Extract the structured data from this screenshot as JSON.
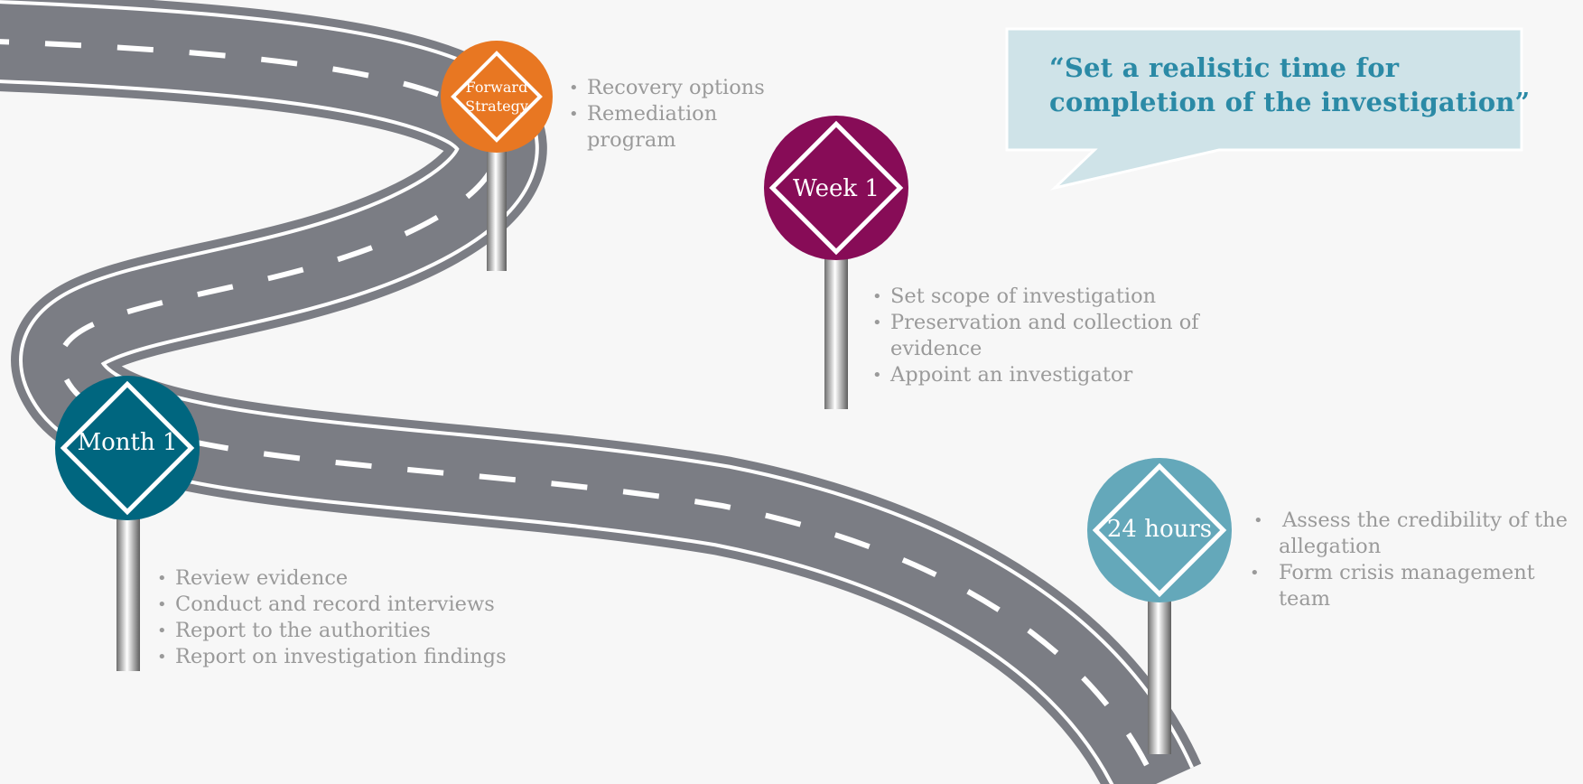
{
  "callout": {
    "line1": "“Set a realistic time for",
    "line2": "completion of the investigation”",
    "background_color": "#cfe3e8",
    "text_color": "#2b8aa6"
  },
  "signs": [
    {
      "id": "forward-strategy",
      "label_line1": "Forward",
      "label_line2": "Strategy",
      "color": "#e87722",
      "bullets": [
        "Recovery options",
        "Remediation program"
      ]
    },
    {
      "id": "week-1",
      "label": "Week 1",
      "color": "#870c57",
      "bullets": [
        "Set scope of investigation",
        "Preservation and collection of evidence",
        "Appoint an investigator"
      ]
    },
    {
      "id": "month-1",
      "label": "Month 1",
      "color": "#00667f",
      "bullets": [
        "Review evidence",
        "Conduct and record interviews",
        "Report to the authorities",
        "Report on investigation findings"
      ]
    },
    {
      "id": "24-hours",
      "label": "24 hours",
      "color": "#64a8ba",
      "bullets": [
        "Assess the credibility of the allegation",
        "Form crisis management team"
      ]
    }
  ],
  "road_color": "#7b7d84"
}
